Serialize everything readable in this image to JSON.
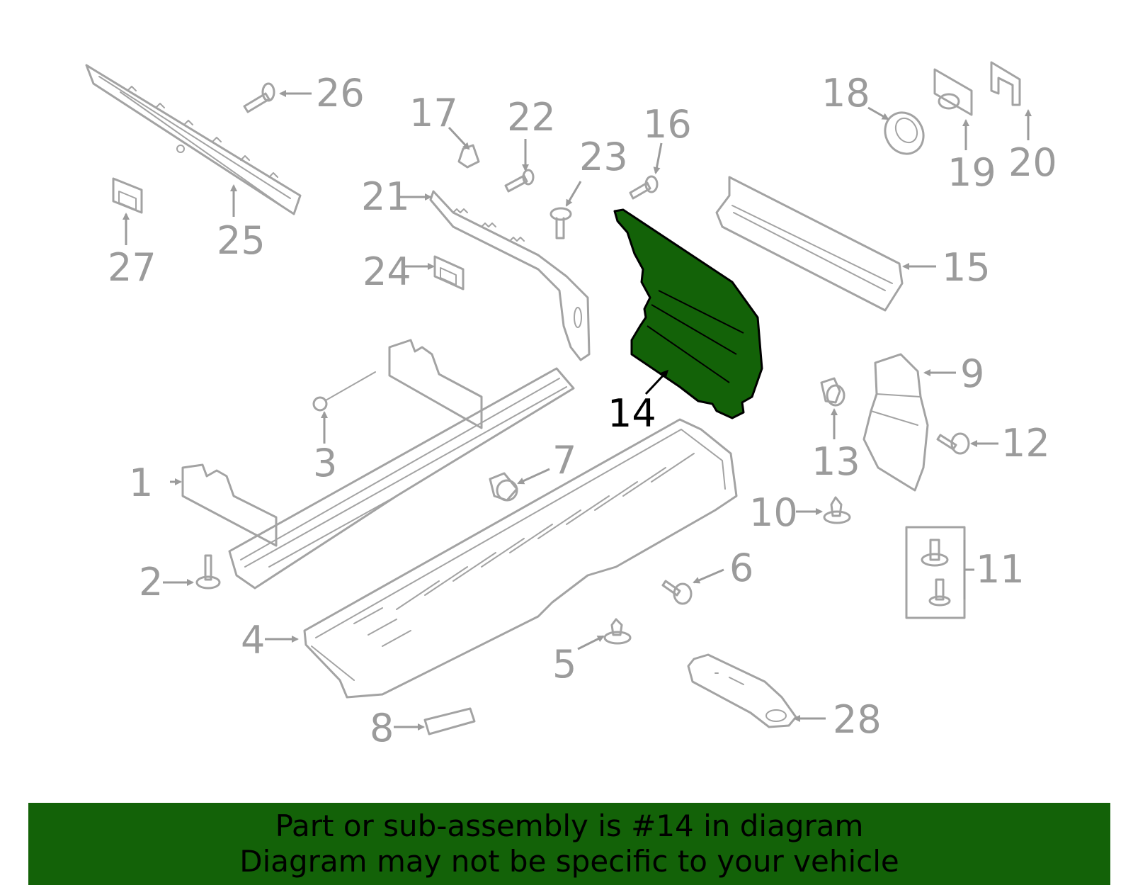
{
  "banner": {
    "line1": "Part or sub-assembly is #14 in diagram",
    "line2": "Diagram may not be specific to your vehicle"
  },
  "highlight_color": "#136208",
  "callouts": {
    "c1": "1",
    "c2": "2",
    "c3": "3",
    "c4": "4",
    "c5": "5",
    "c6": "6",
    "c7": "7",
    "c8": "8",
    "c9": "9",
    "c10": "10",
    "c11": "11",
    "c12": "12",
    "c13": "13",
    "c14": "14",
    "c15": "15",
    "c16": "16",
    "c17": "17",
    "c18": "18",
    "c19": "19",
    "c20": "20",
    "c21": "21",
    "c22": "22",
    "c23": "23",
    "c24": "24",
    "c25": "25",
    "c26": "26",
    "c27": "27",
    "c28": "28"
  },
  "highlighted_part": "14"
}
